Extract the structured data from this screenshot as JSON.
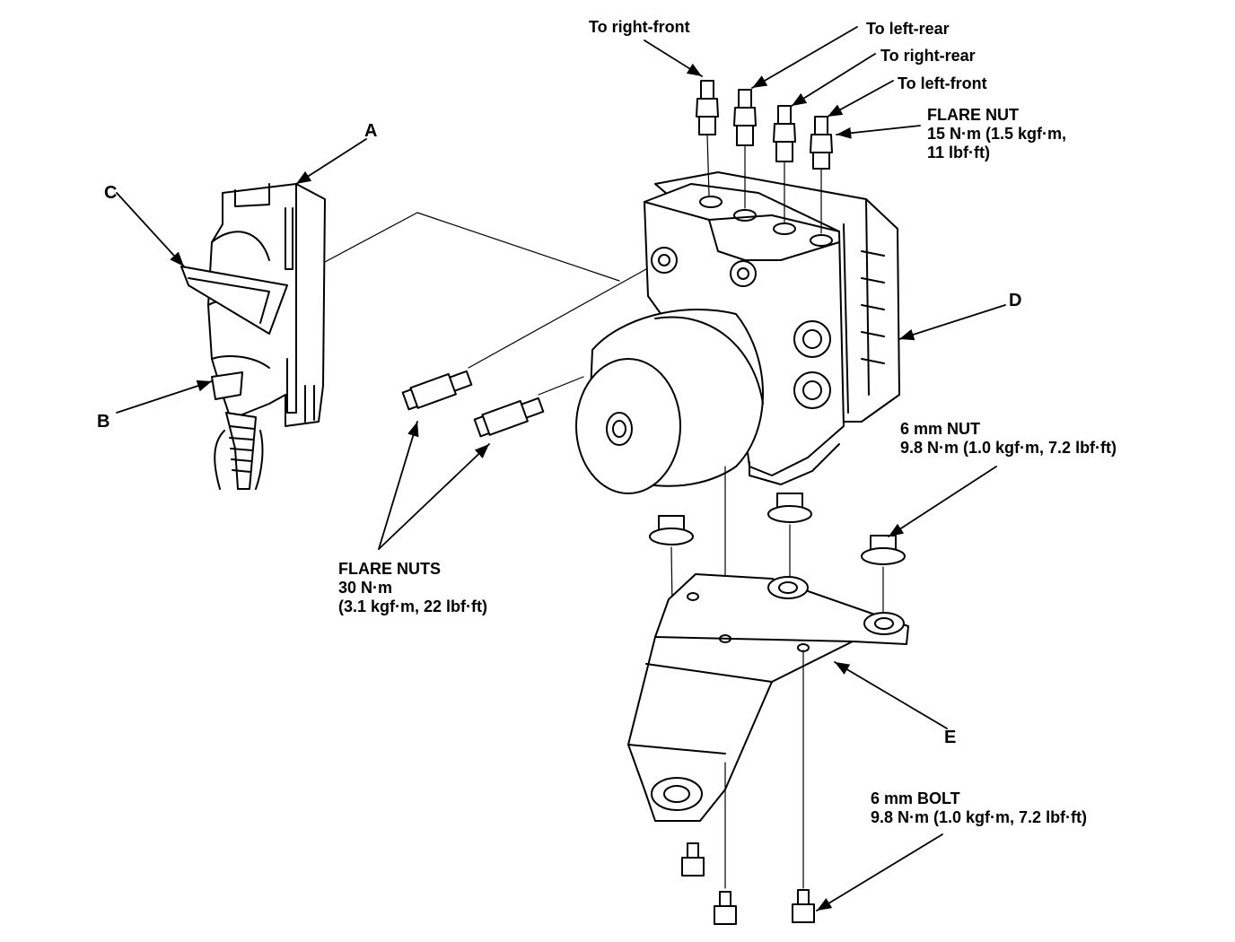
{
  "labels": {
    "to_right_front": "To right-front",
    "to_left_rear": "To left-rear",
    "to_right_rear": "To right-rear",
    "to_left_front": "To left-front",
    "flare_nut": [
      "FLARE NUT",
      "15 N·m (1.5 kgf·m,",
      "11 lbf·ft)"
    ],
    "flare_nuts": [
      "FLARE NUTS",
      "30 N·m",
      "(3.1 kgf·m, 22 lbf·ft)"
    ],
    "nut_6mm": [
      "6 mm NUT",
      "9.8 N·m (1.0 kgf·m, 7.2 lbf·ft)"
    ],
    "bolt_6mm": [
      "6 mm BOLT",
      "9.8 N·m (1.0 kgf·m, 7.2 lbf·ft)"
    ],
    "A": "A",
    "B": "B",
    "C": "C",
    "D": "D",
    "E": "E"
  }
}
